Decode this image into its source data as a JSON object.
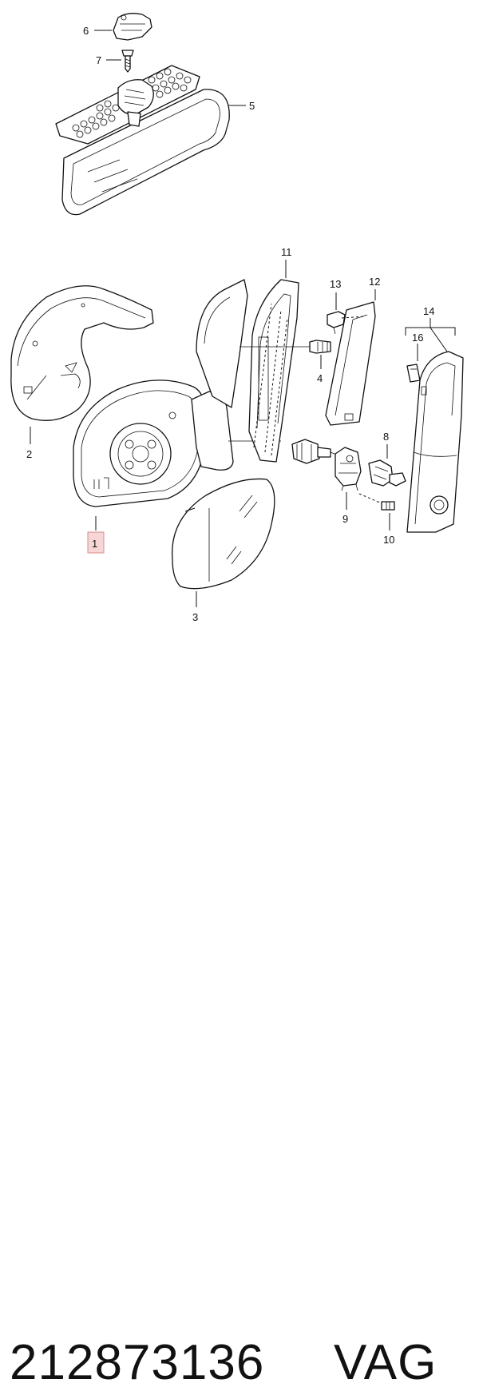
{
  "diagram": {
    "callouts": [
      "1",
      "2",
      "3",
      "4",
      "5",
      "6",
      "7",
      "8",
      "9",
      "10",
      "11",
      "12",
      "13",
      "14",
      "16"
    ],
    "highlighted_callout": "1",
    "colors": {
      "line": "#111111",
      "highlight_fill": "#f6d6d6",
      "highlight_border": "#d98b8b"
    }
  },
  "footer": {
    "part_number": "212873136",
    "brand": "VAG"
  }
}
